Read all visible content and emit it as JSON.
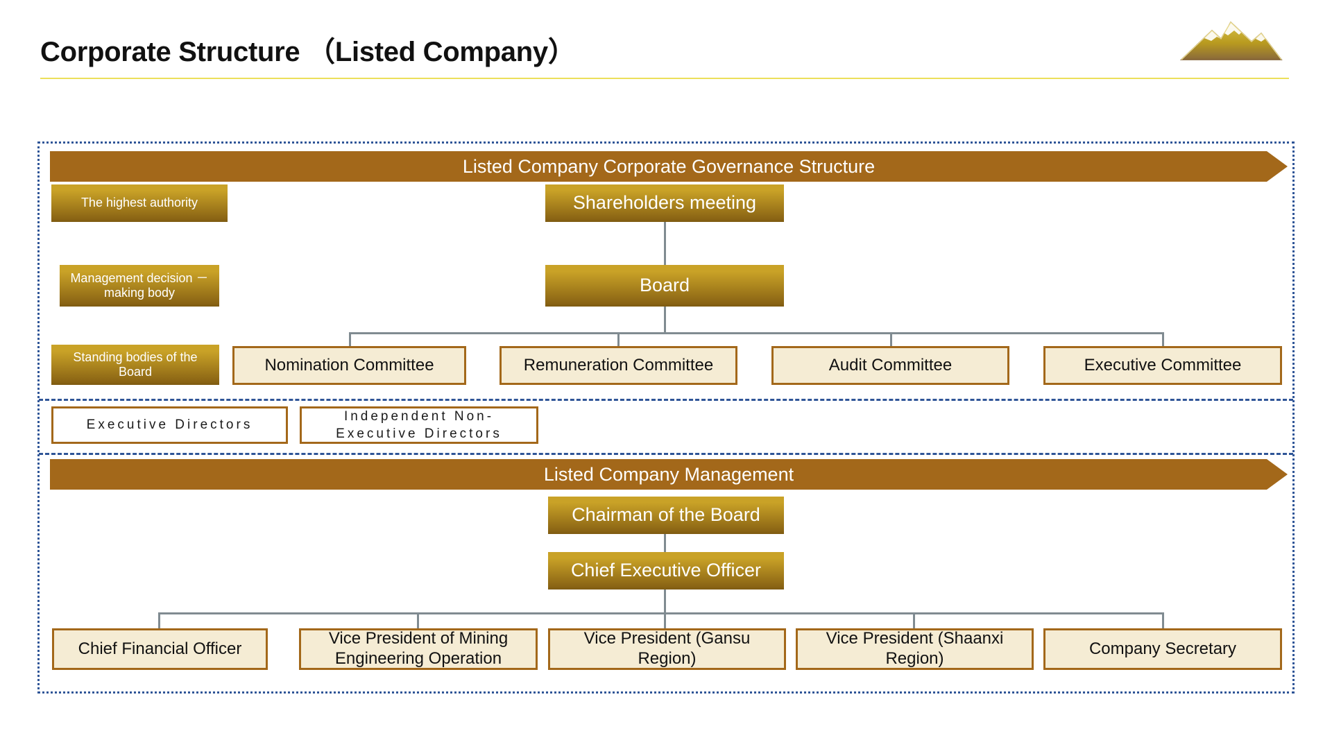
{
  "header": {
    "title": "Corporate Structure （Listed Company）",
    "logo_icon": "mountain-logo-icon",
    "rule_color": "#ecdf5a"
  },
  "colors": {
    "banner": "#a3681a",
    "gold_top": "#c9a227",
    "gold_bottom": "#7d5a11",
    "cream_fill": "#f5ecd4",
    "box_border": "#a3681a",
    "connector": "#808b91",
    "frame_dotted": "#2f5597"
  },
  "governance": {
    "banner_label": "Listed Company Corporate Governance Structure",
    "side_labels": [
      {
        "label": "The highest authority"
      },
      {
        "label": "Management decision － making body"
      },
      {
        "label": "Standing bodies of the Board"
      }
    ],
    "nodes": [
      {
        "label": "Shareholders meeting"
      },
      {
        "label": "Board"
      }
    ],
    "committees": [
      {
        "label": "Nomination Committee"
      },
      {
        "label": "Remuneration Committee"
      },
      {
        "label": "Audit Committee"
      },
      {
        "label": "Executive Committee"
      }
    ],
    "directors": [
      {
        "label": "Executive Directors"
      },
      {
        "label": "Independent Non-Executive Directors"
      }
    ]
  },
  "management": {
    "banner_label": "Listed Company Management",
    "nodes": [
      {
        "label": "Chairman of the Board"
      },
      {
        "label": "Chief Executive Officer"
      }
    ],
    "roles": [
      {
        "label": "Chief Financial Officer"
      },
      {
        "label": "Vice President of Mining Engineering Operation"
      },
      {
        "label": "Vice President (Gansu Region)"
      },
      {
        "label": "Vice President (Shaanxi Region)"
      },
      {
        "label": "Company Secretary"
      }
    ]
  }
}
